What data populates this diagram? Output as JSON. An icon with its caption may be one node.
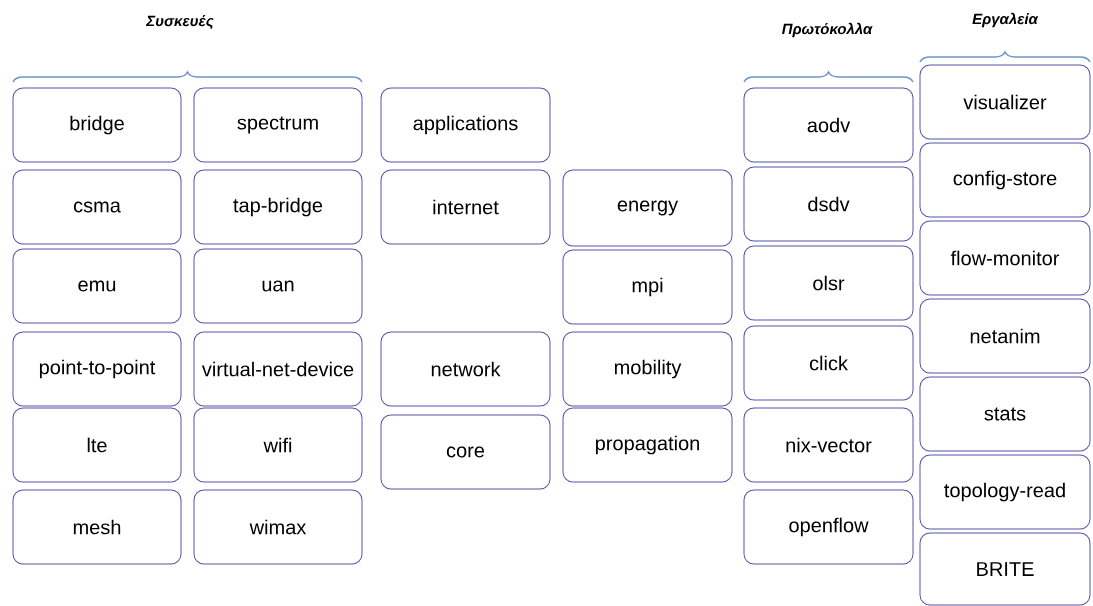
{
  "diagram": {
    "nodes": [
      {
        "text": [
          "bridge"
        ]
      },
      {
        "text": [
          "csma"
        ]
      },
      {
        "text": [
          "emu"
        ]
      },
      {
        "text": [
          "point-to-point"
        ]
      },
      {
        "text": [
          "lte"
        ]
      },
      {
        "text": [
          "mesh"
        ]
      },
      {
        "text": [
          "spectrum"
        ]
      },
      {
        "text": [
          "tap-bridge"
        ]
      },
      {
        "text": [
          "uan"
        ]
      },
      {
        "text": [
          "virtual-net-device"
        ]
      },
      {
        "text": [
          "wifi"
        ]
      },
      {
        "text": [
          "wimax"
        ]
      },
      {
        "text": [
          "applications"
        ]
      },
      {
        "text": [
          "internet"
        ]
      },
      {
        "text": [
          "network"
        ]
      },
      {
        "text": [
          "core"
        ]
      },
      {
        "text": [
          "energy"
        ]
      },
      {
        "text": [
          "mpi"
        ]
      },
      {
        "text": [
          "mobility"
        ]
      },
      {
        "text": [
          "propagation"
        ]
      },
      {
        "text": [
          "aodv"
        ]
      },
      {
        "text": [
          "dsdv"
        ]
      },
      {
        "text": [
          "olsr"
        ]
      },
      {
        "text": [
          "click"
        ]
      },
      {
        "text": [
          "nix-vector"
        ]
      },
      {
        "text": [
          "openflow"
        ]
      },
      {
        "text": [
          "visualizer"
        ]
      },
      {
        "text": [
          "config-store"
        ]
      },
      {
        "text": [
          "flow-monitor"
        ]
      },
      {
        "text": [
          "netanim"
        ]
      },
      {
        "text": [
          "stats"
        ]
      },
      {
        "text": [
          "topology-read"
        ]
      },
      {
        "text": [
          "BRITE"
        ]
      }
    ],
    "edges": [],
    "labels": [
      "Συσκευές",
      "Πρωτόκολλα",
      "Εργαλεία"
    ]
  }
}
